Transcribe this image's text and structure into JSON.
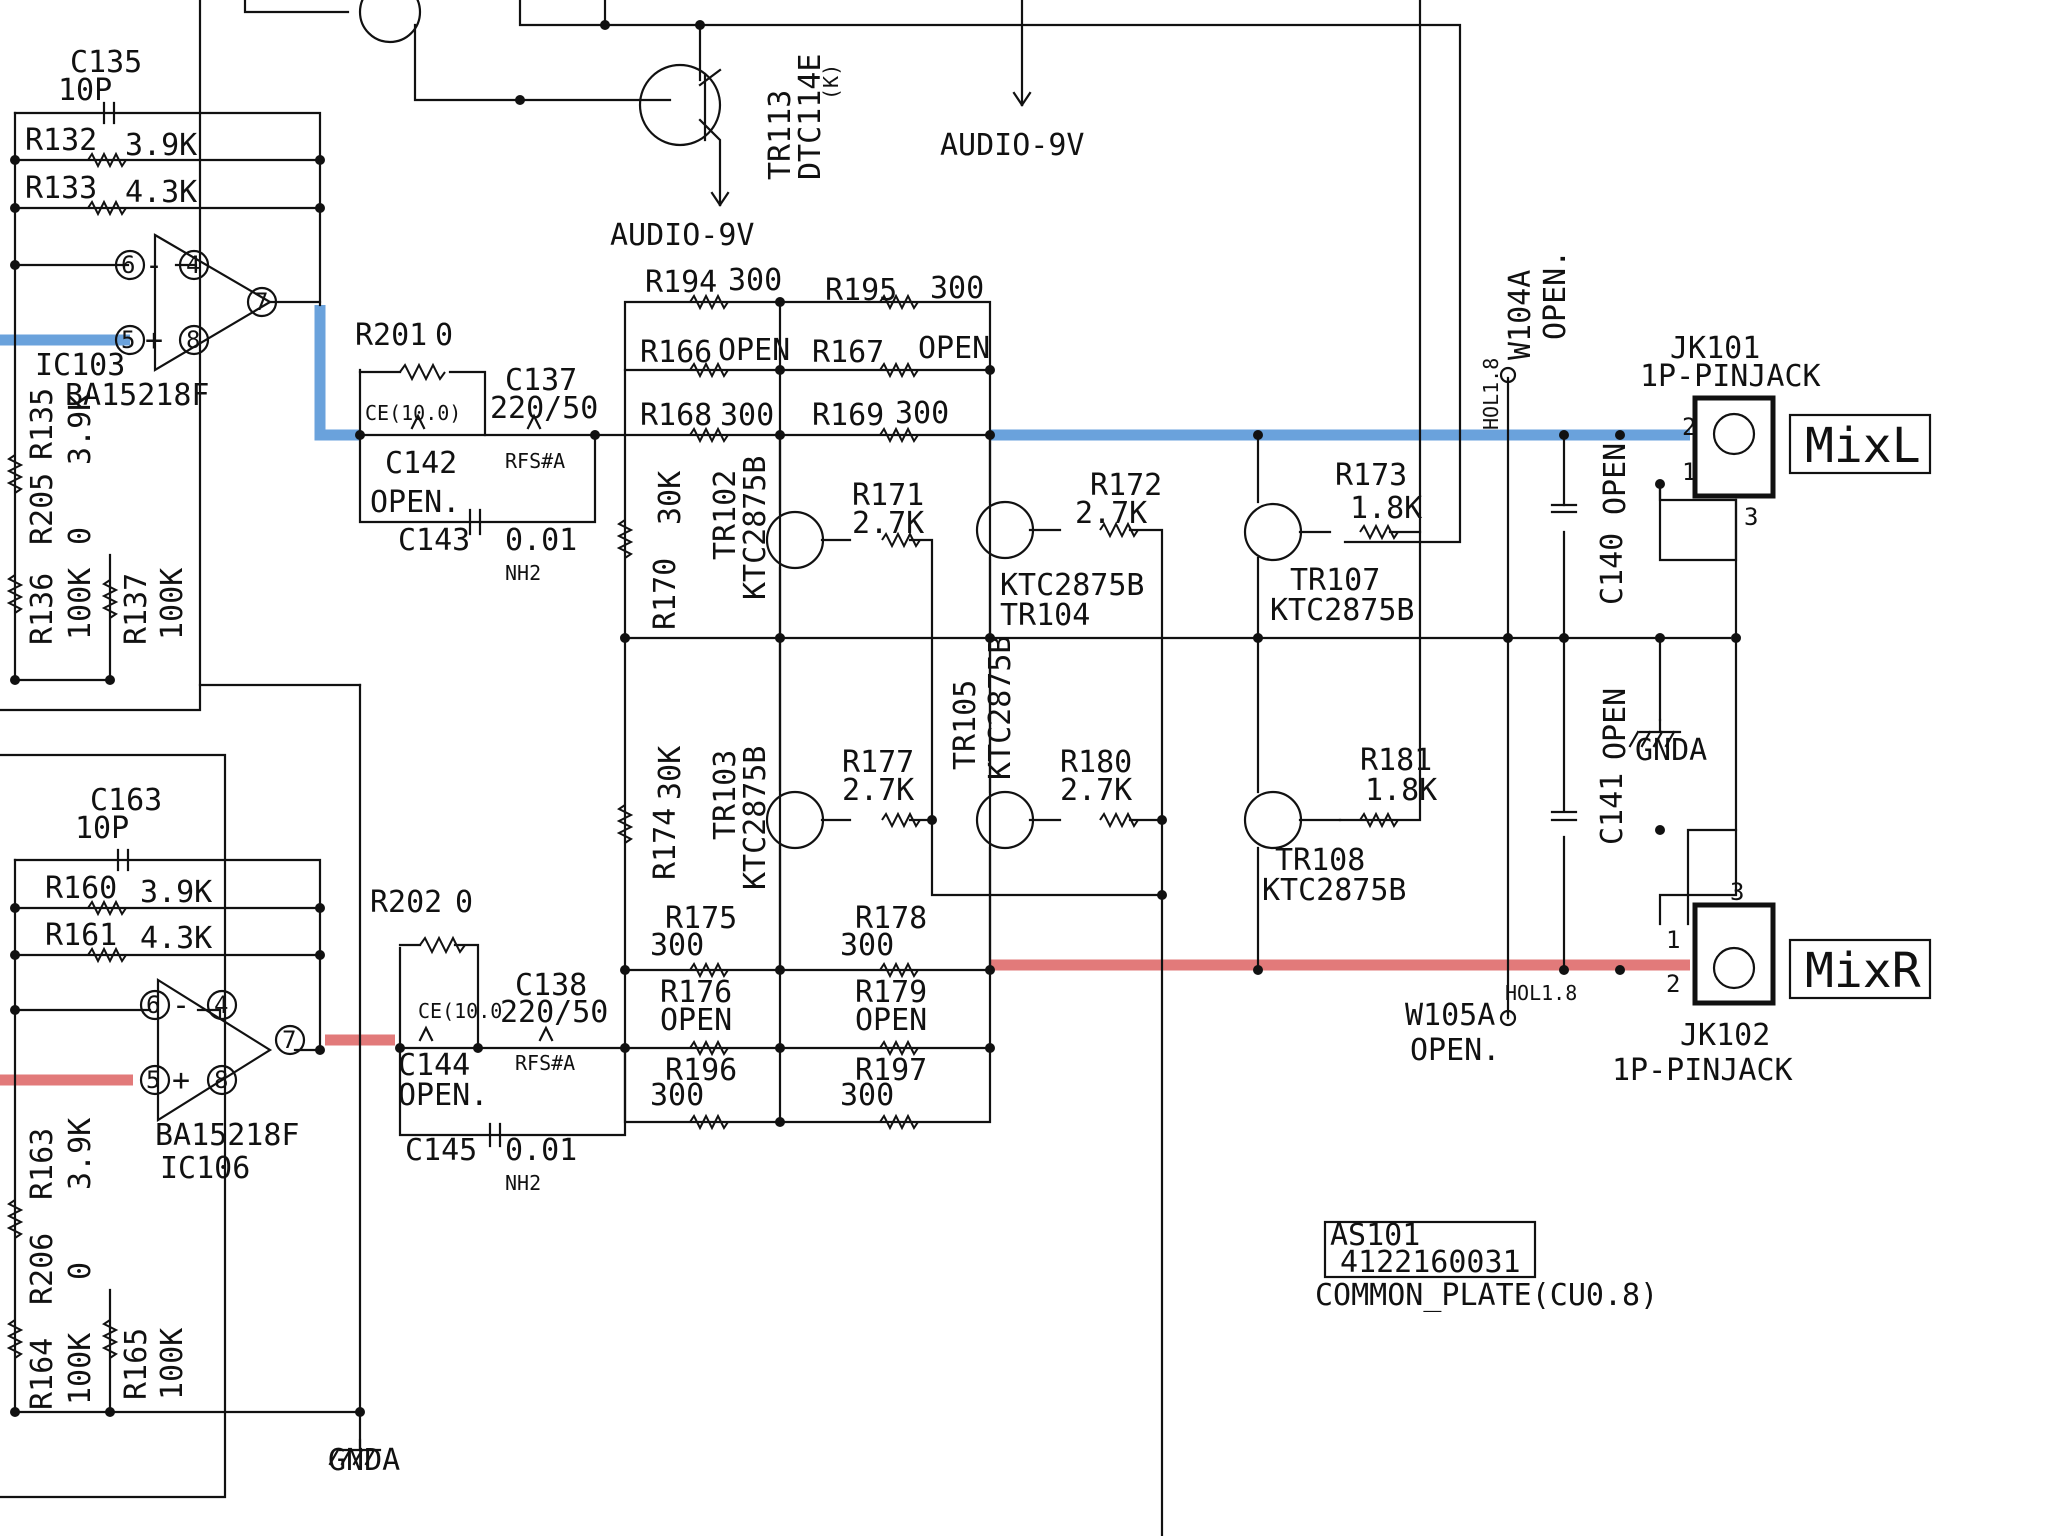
{
  "colors": {
    "left_channel": "#6aa2dc",
    "right_channel": "#e27a7a",
    "ink": "#111111"
  },
  "labels": {
    "c135": "C135",
    "c135_val": "10P",
    "r132": "R132",
    "r132_val": "3.9K",
    "r133": "R133",
    "r133_val": "4.3K",
    "ic103": "IC103",
    "ic103_part": "BA15218F",
    "r135": "R135",
    "r135_val": "3.9K",
    "r205": "R205",
    "r205_val": "0",
    "r136": "R136",
    "r136_val": "100K",
    "r137": "R137",
    "r137_val": "100K",
    "r201": "R201",
    "r201_val": "0",
    "c137": "C137",
    "c137_val": "220/50",
    "ce_top": "CE(10.0)",
    "c142": "C142",
    "c142_val": "OPEN.",
    "rfs_top": "RFS#A",
    "c143": "C143",
    "c143_val": "0.01",
    "nh2_top": "NH2",
    "tr113": "TR113",
    "tr113_part": "DTC114E",
    "tr113_k": "(K)",
    "audio9v_a": "AUDIO-9V",
    "audio9v_b": "AUDIO-9V",
    "r194": "R194",
    "r194_val": "300",
    "r195": "R195",
    "r195_val": "300",
    "r166": "R166",
    "r166_val": "OPEN",
    "r167": "R167",
    "r167_val": "OPEN",
    "r168": "R168",
    "r168_val": "300",
    "r169": "R169",
    "r169_val": "300",
    "r170": "R170",
    "r170_val": "30K",
    "tr102": "TR102",
    "tr102_part": "KTC2875B",
    "r171": "R171",
    "r171_val": "2.7K",
    "r172": "R172",
    "r172_val": "2.7K",
    "tr104_part": "KTC2875B",
    "tr104": "TR104",
    "r173": "R173",
    "r173_val": "1.8K",
    "tr107": "TR107",
    "tr107_part": "KTC2875B",
    "w104a": "W104A",
    "w104a_val": "OPEN.",
    "hol_top": "HOL1.8",
    "c140": "C140",
    "c140_val": "OPEN",
    "jk101": "JK101",
    "jk101_part": "1P-PINJACK",
    "mixl": "MixL",
    "mixr": "MixR",
    "gnda_right": "GNDA",
    "gnda_bottom": "GNDA",
    "c141": "C141",
    "c141_val": "OPEN",
    "r174": "R174",
    "r174_val": "30K",
    "tr103": "TR103",
    "tr103_part": "KTC2875B",
    "r177": "R177",
    "r177_val": "2.7K",
    "tr105": "TR105",
    "tr105_part": "KTC2875B",
    "r180": "R180",
    "r180_val": "2.7K",
    "r181": "R181",
    "r181_val": "1.8K",
    "tr108": "TR108",
    "tr108_part": "KTC2875B",
    "c163": "C163",
    "c163_val": "10P",
    "r160": "R160",
    "r160_val": "3.9K",
    "r161": "R161",
    "r161_val": "4.3K",
    "r202": "R202",
    "r202_val": "0",
    "c138": "C138",
    "c138_val": "220/50",
    "ce_bot": "CE(10.0",
    "c144": "C144",
    "c144_val": "OPEN.",
    "rfs_bot": "RFS#A",
    "c145": "C145",
    "c145_val": "0.01",
    "nh2_bot": "NH2",
    "r175": "R175",
    "r175_val": "300",
    "r178": "R178",
    "r178_val": "300",
    "r176": "R176",
    "r176_val": "OPEN",
    "r179": "R179",
    "r179_val": "OPEN",
    "r196": "R196",
    "r196_val": "300",
    "r197": "R197",
    "r197_val": "300",
    "w105a": "W105A",
    "w105a_val": "OPEN.",
    "hol_bot": "HOL1.8",
    "jk102": "JK102",
    "jk102_part": "1P-PINJACK",
    "ic106_part": "BA15218F",
    "ic106": "IC106",
    "r163": "R163",
    "r163_val": "3.9K",
    "r206": "R206",
    "r206_val": "0",
    "r164": "R164",
    "r164_val": "100K",
    "r165": "R165",
    "r165_val": "100K",
    "as101": "AS101",
    "as101_num": "4122160031",
    "common_plate": "COMMON_PLATE(CU0.8)",
    "pin6": "6",
    "pin5": "5",
    "pin4": "4",
    "pin8": "8",
    "pin7": "7",
    "minus": "-",
    "plus": "+",
    "jk_pin1": "1",
    "jk_pin2": "2",
    "jk_pin3": "3"
  }
}
